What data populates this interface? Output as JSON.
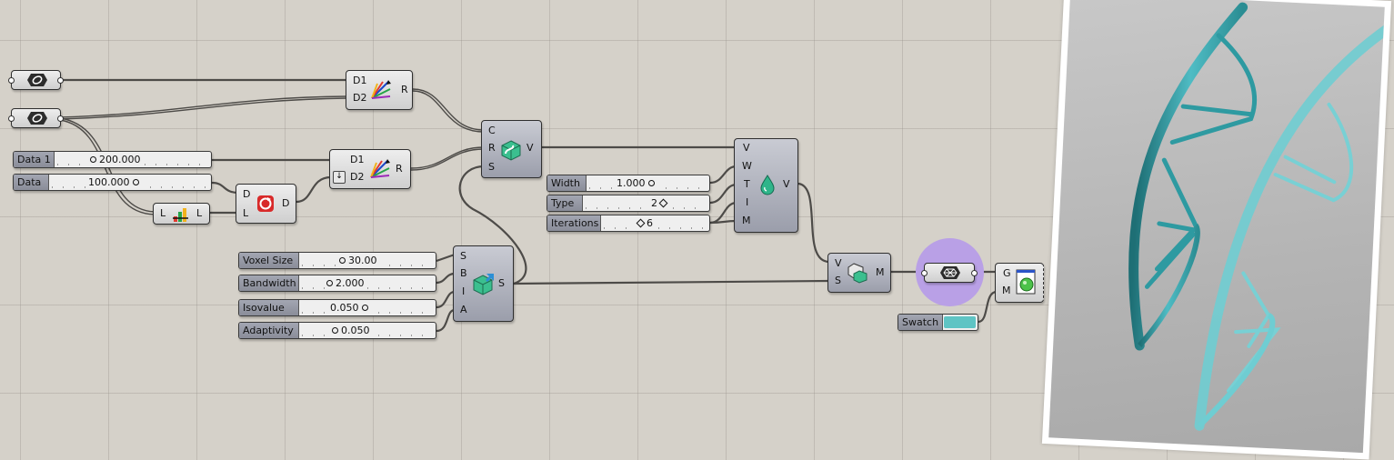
{
  "sliders": {
    "data1": {
      "label": "Data 1",
      "value": "200.000"
    },
    "data": {
      "label": "Data",
      "value": "100.000"
    },
    "width": {
      "label": "Width",
      "value": "1.000"
    },
    "type": {
      "label": "Type",
      "value": "2"
    },
    "iterations": {
      "label": "Iterations",
      "value": "6"
    },
    "voxel_size": {
      "label": "Voxel Size",
      "value": "30.00"
    },
    "bandwidth": {
      "label": "Bandwidth",
      "value": "2.000"
    },
    "isovalue": {
      "label": "Isovalue",
      "value": "0.050"
    },
    "adaptivity": {
      "label": "Adaptivity",
      "value": "0.050"
    }
  },
  "components": {
    "graph_mapper_top": {
      "inputs": [
        "D1",
        "D2"
      ],
      "outputs": [
        "R"
      ]
    },
    "graph_mapper_mid": {
      "inputs": [
        "D1",
        "D2"
      ],
      "outputs": [
        "R"
      ]
    },
    "deconstruct": {
      "inputs": [
        "D",
        "L"
      ],
      "outputs": [
        "D"
      ]
    },
    "list_length": {
      "inputs": [
        "L"
      ],
      "outputs": [
        "L"
      ]
    },
    "curve_volume": {
      "inputs": [
        "C",
        "R",
        "S"
      ],
      "outputs": [
        "V"
      ]
    },
    "settings": {
      "inputs": [
        "S",
        "B",
        "I",
        "A"
      ],
      "outputs": [
        "S"
      ]
    },
    "smooth": {
      "inputs": [
        "V",
        "W",
        "T",
        "I",
        "M"
      ],
      "outputs": [
        "V"
      ]
    },
    "volume_to_mesh": {
      "inputs": [
        "V",
        "S"
      ],
      "outputs": [
        "M"
      ]
    },
    "preview": {
      "inputs": [
        "G",
        "M"
      ],
      "outputs": []
    }
  },
  "swatch": {
    "label": "Swatch",
    "color": "#5fc4c4"
  },
  "colors": {
    "canvas": "#d5d1c9",
    "wire": "#4d4b48",
    "component": "#cfcfcf",
    "highlight": "#b9a0e6",
    "mesh": "#4fbcc4"
  }
}
